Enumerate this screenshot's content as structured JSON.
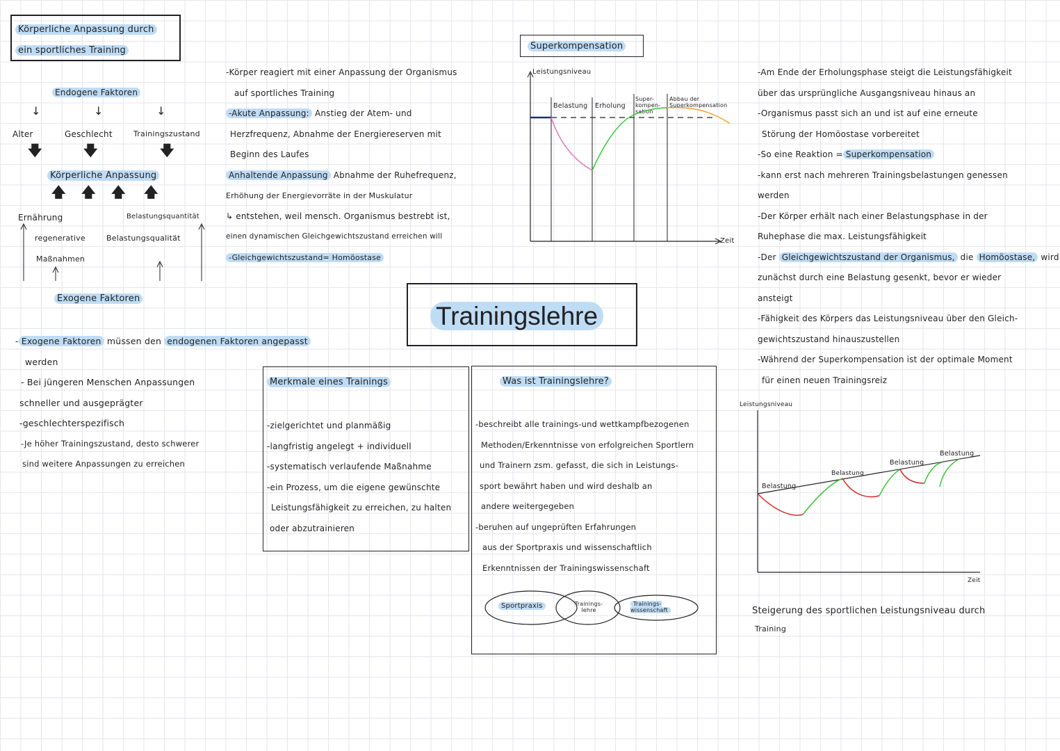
{
  "title_box": {
    "line1": "Körperliche Anpassung durch",
    "line2": "ein sportliches Training"
  },
  "diagram": {
    "endogen": "Endogene Faktoren",
    "alter": "Alter",
    "geschlecht": "Geschlecht",
    "trainingszustand": "Trainingszustand",
    "koerperliche": "Körperliche Anpassung",
    "ernaehrung": "Ernährung",
    "regenerative": "regenerative",
    "massnahmen": "Maßnahmen",
    "belastungsquantitaet": "Belastungsquantität",
    "belastungsqualitaet": "Belastungsqualität",
    "exogen": "Exogene Faktoren"
  },
  "mid_notes": [
    {
      "text": "-Körper reagiert mit einer Anpassung der Organismus"
    },
    {
      "text": "auf sportliches Training"
    },
    {
      "hl": "-Akute Anpassung:",
      "text": " Anstieg der Atem- und"
    },
    {
      "text": "Herzfrequenz, Abnahme der Energiereserven mit"
    },
    {
      "text": "Beginn des Laufes"
    },
    {
      "hl": "Anhaltende Anpassung",
      "text": " Abnahme der Ruhefrequenz,"
    },
    {
      "text": "Erhöhung der Energievorräte in der Muskulatur"
    },
    {
      "text": "↳ entstehen, weil mensch. Organismus bestrebt ist,"
    },
    {
      "text": "einen dynamischen Gleichgewichtszustand erreichen will"
    },
    {
      "hl": "-Gleichgewichtszustand= Homöostase",
      "text": ""
    }
  ],
  "superkomp": {
    "title": "Superkompensation",
    "ylabel": "Leistungsniveau",
    "xlabel": "Zeit",
    "phases": [
      "Belastung",
      "Erholung",
      "Super-kompen-sation",
      "Abbau der Superkompensation"
    ]
  },
  "right_notes": [
    {
      "text": "-Am Ende der Erholungsphase steigt die Leistungsfähigkeit"
    },
    {
      "text": "über das ursprüngliche Ausgangsniveau hinaus an"
    },
    {
      "text": "-Organismus passt sich an und ist auf eine erneute"
    },
    {
      "text": "Störung der Homöostase vorbereitet"
    },
    {
      "text": "-So eine Reaktion =",
      "hl": "Superkompensation"
    },
    {
      "text": "-kann erst nach mehreren Trainingsbelastungen genessen"
    },
    {
      "text": "werden"
    },
    {
      "text": "-Der Körper erhält nach einer Belastungsphase in der"
    },
    {
      "text": "Ruhephase die max. Leistungsfähigkeit"
    },
    {
      "text": "-Der ",
      "hl": "Gleichgewichtszustand der Organismus,",
      "text2": " die ",
      "hl2": "Homöostase,",
      "text3": " wird"
    },
    {
      "text": "zunächst durch eine Belastung gesenkt, bevor er wieder"
    },
    {
      "text": "ansteigt"
    },
    {
      "text": "-Fähigkeit des Körpers das Leistungsniveau über den Gleich-"
    },
    {
      "text": "gewichtszustand hinauszustellen"
    },
    {
      "text": "-Während der Superkompensation ist der optimale Moment"
    },
    {
      "text": "für einen neuen Trainingsreiz"
    }
  ],
  "center_title": "Trainingslehre",
  "exogen_notes": {
    "l1_pre": "-",
    "l1_hl1": "Exogene Faktoren",
    "l1_mid": " müssen den ",
    "l1_hl2": "endogenen Faktoren angepasst",
    "l2": "werden",
    "l3": "- Bei jüngeren Menschen Anpassungen",
    "l4": "schneller und ausgeprägter",
    "l5": "-geschlechterspezifisch",
    "l6": "-Je höher Trainingszustand, desto schwerer",
    "l7": "sind weitere Anpassungen zu erreichen"
  },
  "merkmale": {
    "title": "Merkmale eines Trainings",
    "items": [
      "-zielgerichtet und planmäßig",
      "-langfristig angelegt + individuell",
      "-systematisch verlaufende Maßnahme",
      "-ein Prozess, um die eigene gewünschte",
      "Leistungsfähigkeit zu erreichen, zu halten",
      "oder abzutrainieren"
    ]
  },
  "was_ist": {
    "title": "Was ist Trainingslehre?",
    "items": [
      "-beschreibt alle trainings-und wettkampfbezogenen",
      "Methoden/Erkenntnisse von erfolgreichen Sportlern",
      "und Trainern zsm. gefasst, die sich in Leistungs-",
      "sport bewährt haben und wird deshalb an",
      "andere weitergegeben",
      "-beruhen auf ungeprüften Erfahrungen",
      "aus der Sportpraxis und wissenschaftlich",
      "Erkenntnissen der Trainingswissenschaft"
    ],
    "venn": [
      "Sportpraxis",
      "Trainings-lehre",
      "Trainings-wissenschaft"
    ]
  },
  "steigerung": {
    "ylabel": "Leistungsniveau",
    "xlabel": "Zeit",
    "labels": [
      "Belastung",
      "Belastung",
      "Belastung",
      "Belastung"
    ],
    "caption1": "Steigerung des sportlichen Leistungsniveau durch",
    "caption2": "Training"
  }
}
